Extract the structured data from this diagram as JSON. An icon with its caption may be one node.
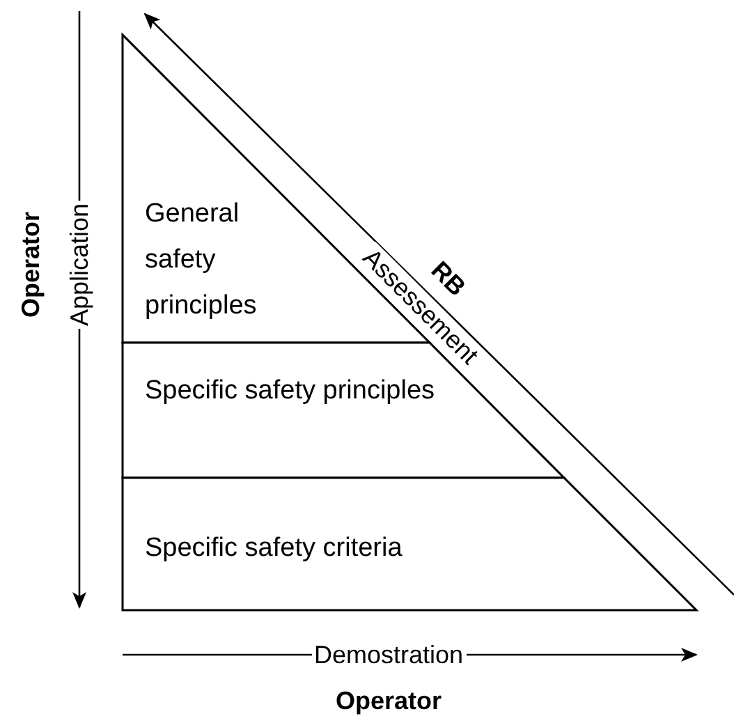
{
  "diagram": {
    "nodes": [
      {
        "text": [
          "General safety principles"
        ]
      },
      {
        "text": [
          "Specific safety principles"
        ]
      },
      {
        "text": [
          "Specific safety criteria"
        ]
      }
    ],
    "labels": [
      "Application",
      "Operator",
      "RB",
      "Assessement",
      "Demostration",
      "Operator"
    ]
  }
}
